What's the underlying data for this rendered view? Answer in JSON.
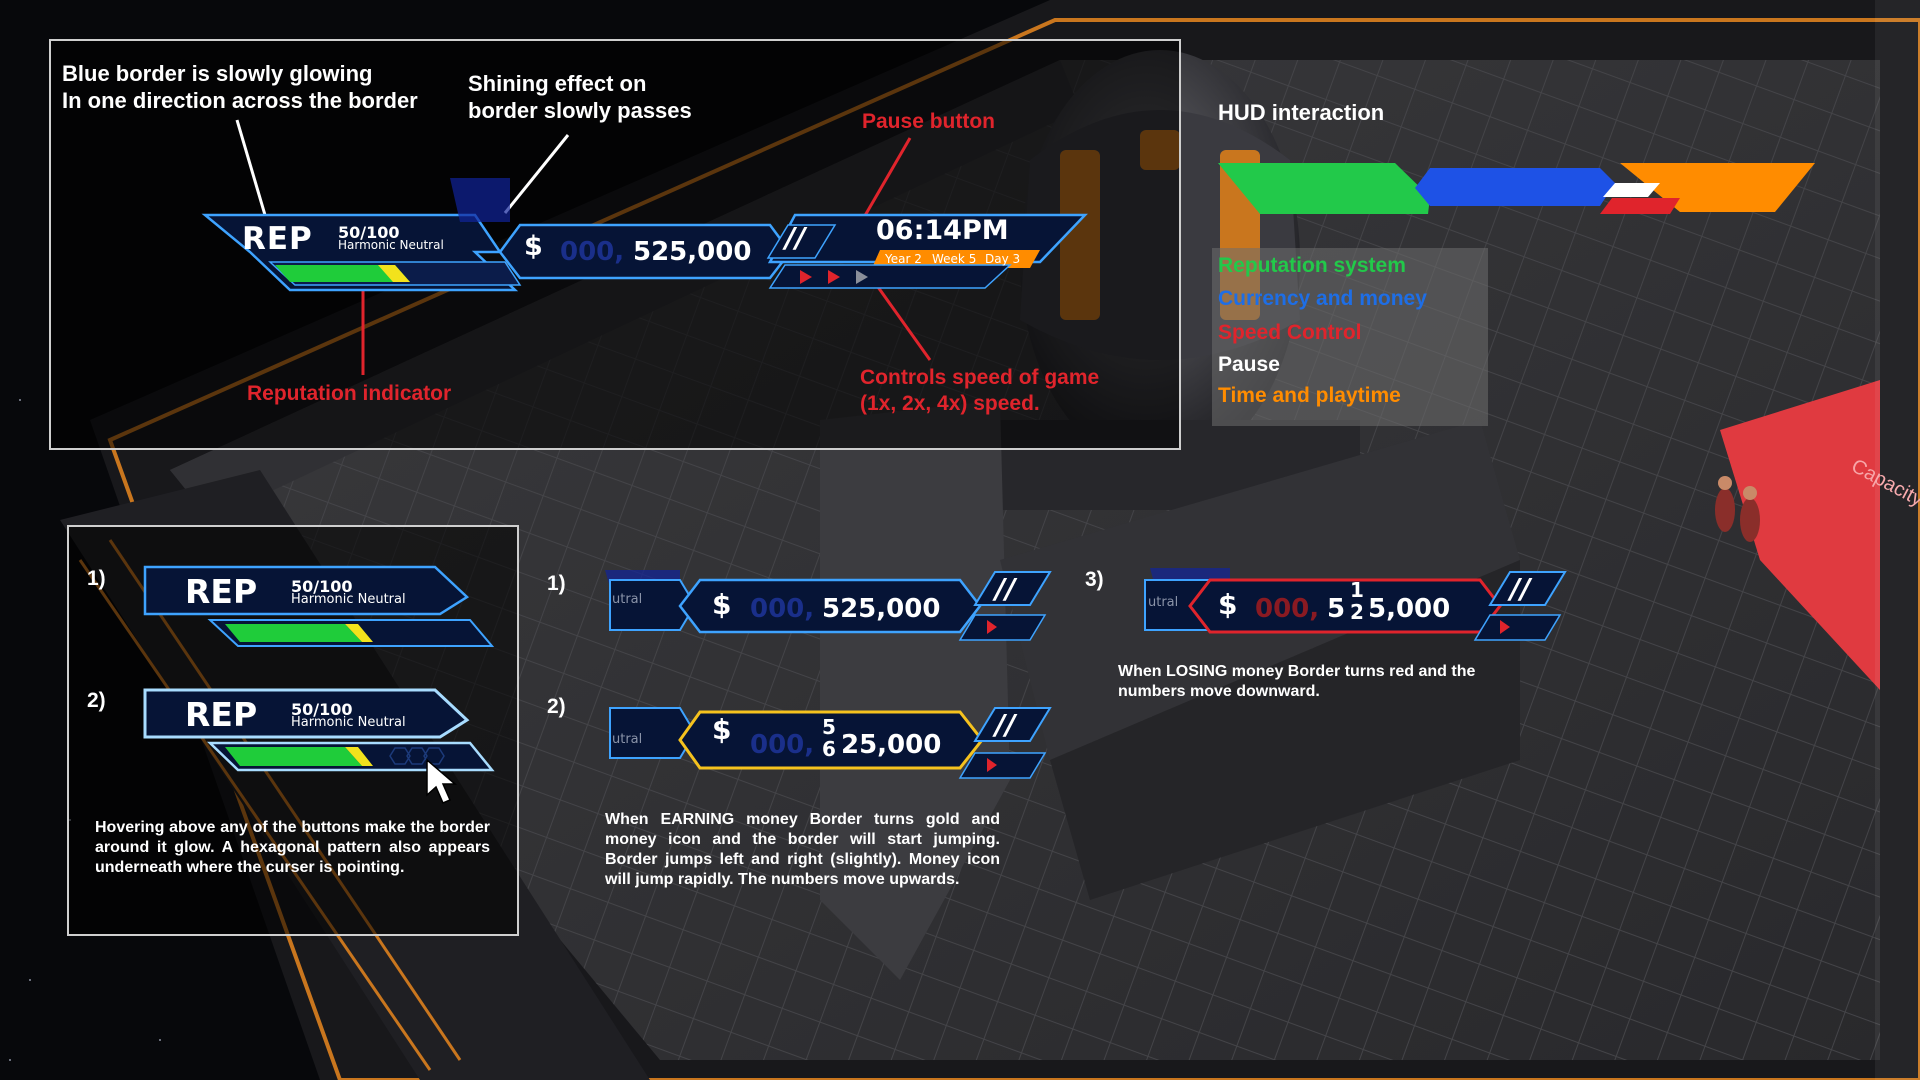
{
  "top_panel": {
    "border_note_line1": "Blue border is slowly glowing",
    "border_note_line2": "In one direction across the border",
    "shine_note_line1": "Shining effect on",
    "shine_note_line2": "border slowly passes",
    "pause_label": "Pause button",
    "rep_indicator_label": "Reputation indicator",
    "speed_label_line1": "Controls speed of game",
    "speed_label_line2": "(1x, 2x, 4x) speed."
  },
  "hud": {
    "rep_label": "REP",
    "rep_value": "50/100",
    "rep_status": "Harmonic Neutral",
    "rep_fraction": 0.45,
    "money_prefix": "000,",
    "money_value": "525,000",
    "currency_icon": "$",
    "time": "06:14PM",
    "year": "Year 2",
    "week": "Week 5",
    "day": "Day 3"
  },
  "legend": {
    "title": "HUD interaction",
    "items": [
      {
        "label": "Reputation system",
        "color": "#22c94a"
      },
      {
        "label": "Currency and money",
        "color": "#1e6ee6"
      },
      {
        "label": "Speed Control",
        "color": "#e0242c"
      },
      {
        "label": "Pause",
        "color": "#ffffff"
      },
      {
        "label": "Time and playtime",
        "color": "#ff8c00"
      }
    ]
  },
  "hover_panel": {
    "num1": "1)",
    "num2": "2)",
    "description": "Hovering above any of the buttons make the border around it glow. A hexagonal pattern also appears underneath where the curser is pointing."
  },
  "money_states": {
    "num1": "1)",
    "num2": "2)",
    "num3": "3)",
    "side_fragment": "utral",
    "normal_value": "525,000",
    "earning_digit_top": "5",
    "earning_digit_bottom": "6",
    "earning_rest": "25,000",
    "losing_lead": "5",
    "losing_digit_top": "1",
    "losing_digit_bottom": "2",
    "losing_rest": "5,000",
    "earning_desc": "When EARNING money Border turns gold and money icon and the border will start jumping. Border jumps left and right (slightly). Money icon will jump rapidly. The numbers move upwards.",
    "losing_desc": "When LOSING money Border turns red and the numbers move downward."
  },
  "background": {
    "capacity_label": "Capacity"
  }
}
